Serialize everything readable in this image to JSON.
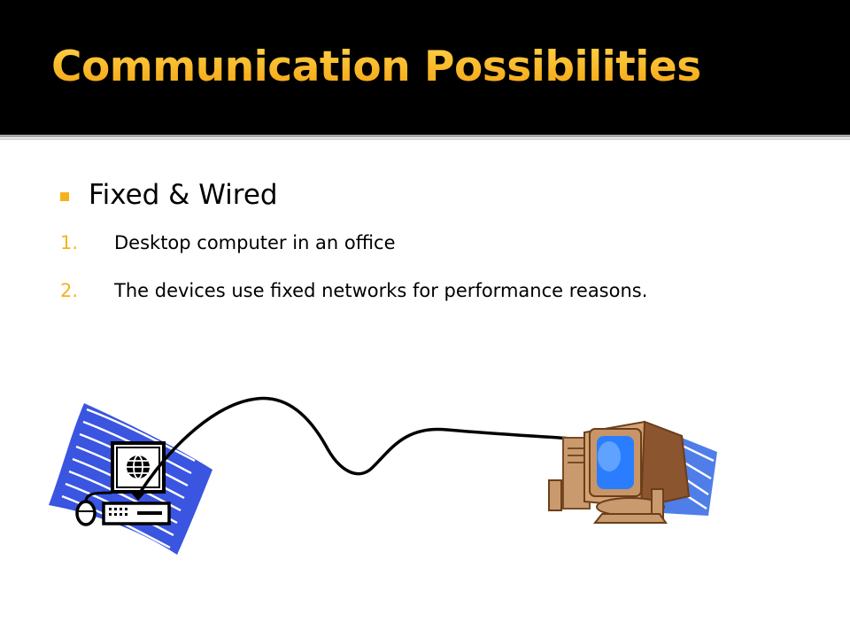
{
  "slide": {
    "title": "Communication Possibilities",
    "bullet": "Fixed & Wired",
    "items": [
      {
        "number": "1.",
        "text": "Desktop computer in an office"
      },
      {
        "number": "2.",
        "text": "The devices use fixed networks for performance reasons."
      }
    ]
  },
  "colors": {
    "title_bar": "#000000",
    "accent": "#f6b21c",
    "clipart_blue": "#3a55e0",
    "screen_blue": "#2a7dff"
  },
  "icons": [
    "globe-computer-icon",
    "desktop-computer-icon"
  ]
}
